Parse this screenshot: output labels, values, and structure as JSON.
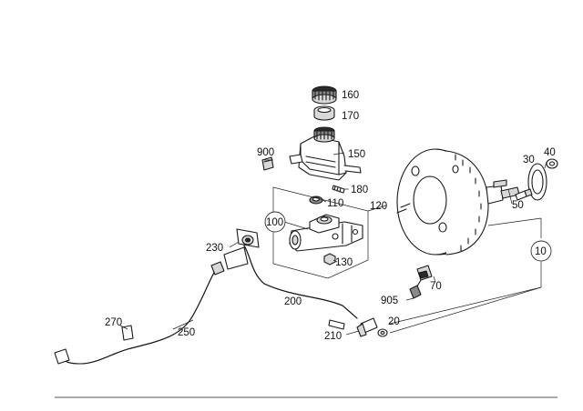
{
  "callouts": {
    "c10": "10",
    "c20": "20",
    "c30": "30",
    "c40": "40",
    "c50": "50",
    "c70": "70",
    "c100": "100",
    "c110": "110",
    "c120": "120",
    "c130": "130",
    "c150": "150",
    "c160": "160",
    "c170": "170",
    "c180": "180",
    "c200": "200",
    "c210": "210",
    "c230": "230",
    "c250": "250",
    "c270": "270",
    "c900": "900",
    "c905": "905"
  }
}
